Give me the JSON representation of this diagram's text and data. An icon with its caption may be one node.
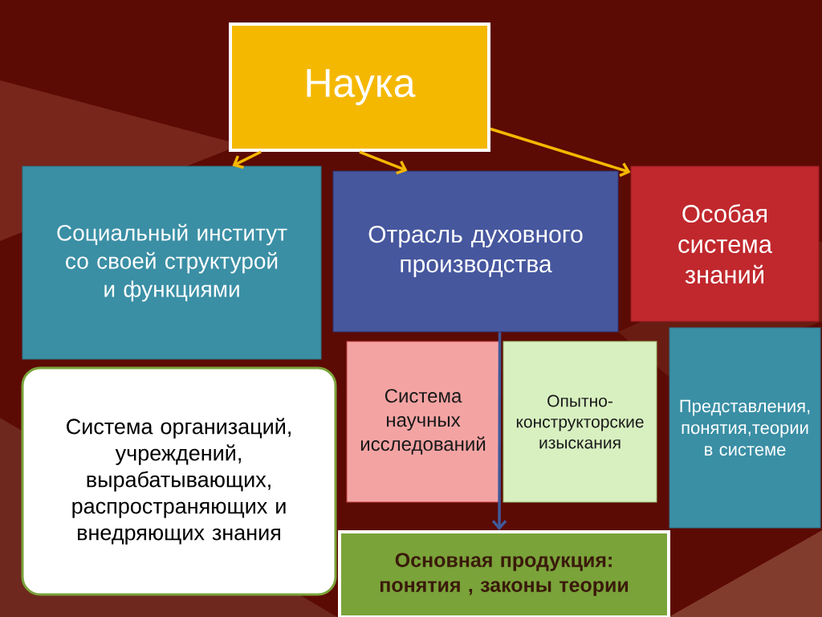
{
  "diagram": {
    "nodes": [
      {
        "text": [
          "Наука"
        ]
      },
      {
        "text": [
          "Социальный институт со своей структурой и функциями"
        ]
      },
      {
        "text": [
          "Отрасль духовного производства"
        ]
      },
      {
        "text": [
          "Особая система знаний"
        ]
      },
      {
        "text": [
          "Система организаций,учреждений,вырабатывающих,распространяющих и внедряющих знания"
        ]
      },
      {
        "text": [
          "Система научных исследований"
        ]
      },
      {
        "text": [
          "Опытно-конструкторские изыскания"
        ]
      },
      {
        "text": [
          "Представления,понятия,теории в системе"
        ]
      },
      {
        "text": [
          "Основная продукция: понятия , законы теории"
        ]
      }
    ],
    "edges": [
      {
        "from": 0,
        "to": 1,
        "arrow": "to"
      },
      {
        "from": 0,
        "to": 2,
        "arrow": "to"
      },
      {
        "from": 0,
        "to": 3,
        "arrow": "to"
      },
      {
        "from": 2,
        "to": 8,
        "arrow": "to",
        "color": "#3f5a9a"
      }
    ]
  }
}
